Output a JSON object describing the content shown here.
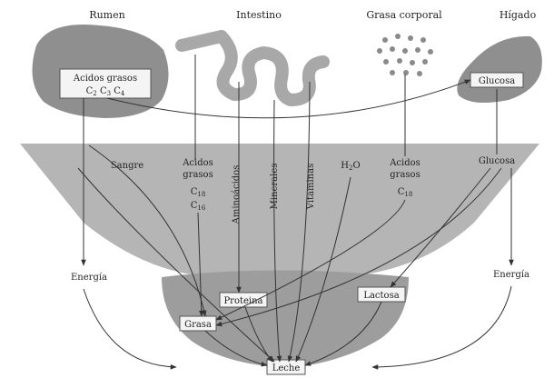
{
  "headers": {
    "rumen": "Rumen",
    "intestine": "Intestino",
    "body_fat": "Grasa corporal",
    "liver": "Hígado"
  },
  "rumen_box": {
    "line1": "Acidos grasos",
    "c2": "C",
    "c2_sub": "2",
    "c3": "C",
    "c3_sub": "3",
    "c4": "C",
    "c4_sub": "4"
  },
  "liver_box": {
    "label": "Glucosa"
  },
  "blood": {
    "label": "Sangre",
    "fatty_acids_1": "Acidos",
    "fatty_acids_2": "grasos",
    "c18": "C",
    "c18_sub": "18",
    "c16": "C",
    "c16_sub": "16",
    "amino": "Aminoácidos",
    "minerals": "Minerales",
    "vitamins": "Vitaminas",
    "water": "H",
    "water_sub": "2",
    "water_o": "O",
    "body_fa_1": "Acidos",
    "body_fa_2": "grasos",
    "body_c18": "C",
    "body_c18_sub": "18",
    "glucose": "Glucosa"
  },
  "energy_left": "Energía",
  "energy_right": "Energía",
  "gland": {
    "protein": "Proteina",
    "lactose": "Lactosa",
    "fat": "Grasa",
    "milk": "Leche"
  },
  "colors": {
    "blob": "#8f8f8f",
    "blood_band": "#b5b5b5",
    "gland": "#9d9d9d",
    "intestine": "#a8a8a8",
    "fat_dots": "#8a8a8a"
  }
}
